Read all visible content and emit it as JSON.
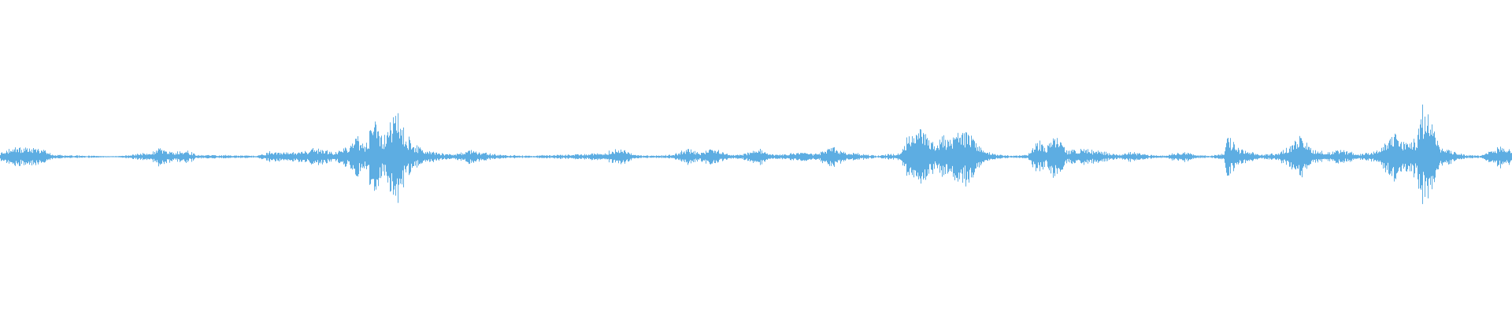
{
  "waveform": {
    "color": "#5DADE2",
    "background": "#ffffff",
    "peaks": [
      [
        0.0,
        0.04
      ],
      [
        0.01,
        0.1
      ],
      [
        0.018,
        0.08
      ],
      [
        0.025,
        0.09
      ],
      [
        0.035,
        0.02
      ],
      [
        0.055,
        0.01
      ],
      [
        0.065,
        0.01
      ],
      [
        0.075,
        0.0
      ],
      [
        0.085,
        0.02
      ],
      [
        0.1,
        0.04
      ],
      [
        0.105,
        0.09
      ],
      [
        0.115,
        0.04
      ],
      [
        0.123,
        0.07
      ],
      [
        0.13,
        0.02
      ],
      [
        0.17,
        0.01
      ],
      [
        0.178,
        0.05
      ],
      [
        0.19,
        0.04
      ],
      [
        0.2,
        0.05
      ],
      [
        0.21,
        0.09
      ],
      [
        0.22,
        0.04
      ],
      [
        0.23,
        0.1
      ],
      [
        0.236,
        0.22
      ],
      [
        0.242,
        0.12
      ],
      [
        0.247,
        0.4
      ],
      [
        0.252,
        0.18
      ],
      [
        0.256,
        0.25
      ],
      [
        0.262,
        0.48
      ],
      [
        0.266,
        0.3
      ],
      [
        0.272,
        0.14
      ],
      [
        0.28,
        0.06
      ],
      [
        0.29,
        0.04
      ],
      [
        0.3,
        0.02
      ],
      [
        0.31,
        0.07
      ],
      [
        0.32,
        0.04
      ],
      [
        0.33,
        0.02
      ],
      [
        0.35,
        0.01
      ],
      [
        0.37,
        0.02
      ],
      [
        0.39,
        0.03
      ],
      [
        0.4,
        0.04
      ],
      [
        0.41,
        0.09
      ],
      [
        0.42,
        0.02
      ],
      [
        0.43,
        0.01
      ],
      [
        0.445,
        0.02
      ],
      [
        0.455,
        0.08
      ],
      [
        0.463,
        0.04
      ],
      [
        0.47,
        0.09
      ],
      [
        0.48,
        0.03
      ],
      [
        0.49,
        0.02
      ],
      [
        0.503,
        0.08
      ],
      [
        0.51,
        0.02
      ],
      [
        0.52,
        0.03
      ],
      [
        0.53,
        0.04
      ],
      [
        0.54,
        0.03
      ],
      [
        0.55,
        0.1
      ],
      [
        0.56,
        0.04
      ],
      [
        0.57,
        0.03
      ],
      [
        0.58,
        0.01
      ],
      [
        0.595,
        0.04
      ],
      [
        0.6,
        0.18
      ],
      [
        0.606,
        0.22
      ],
      [
        0.612,
        0.3
      ],
      [
        0.618,
        0.14
      ],
      [
        0.626,
        0.2
      ],
      [
        0.634,
        0.25
      ],
      [
        0.639,
        0.28
      ],
      [
        0.646,
        0.16
      ],
      [
        0.652,
        0.05
      ],
      [
        0.66,
        0.02
      ],
      [
        0.67,
        0.01
      ],
      [
        0.68,
        0.02
      ],
      [
        0.686,
        0.16
      ],
      [
        0.692,
        0.1
      ],
      [
        0.699,
        0.25
      ],
      [
        0.706,
        0.06
      ],
      [
        0.714,
        0.08
      ],
      [
        0.72,
        0.07
      ],
      [
        0.73,
        0.05
      ],
      [
        0.74,
        0.02
      ],
      [
        0.748,
        0.05
      ],
      [
        0.76,
        0.02
      ],
      [
        0.77,
        0.01
      ],
      [
        0.782,
        0.06
      ],
      [
        0.79,
        0.02
      ],
      [
        0.8,
        0.01
      ],
      [
        0.81,
        0.03
      ],
      [
        0.812,
        0.22
      ],
      [
        0.818,
        0.1
      ],
      [
        0.825,
        0.05
      ],
      [
        0.835,
        0.02
      ],
      [
        0.846,
        0.04
      ],
      [
        0.854,
        0.12
      ],
      [
        0.86,
        0.2
      ],
      [
        0.868,
        0.08
      ],
      [
        0.873,
        0.06
      ],
      [
        0.88,
        0.04
      ],
      [
        0.885,
        0.07
      ],
      [
        0.892,
        0.05
      ],
      [
        0.9,
        0.03
      ],
      [
        0.908,
        0.05
      ],
      [
        0.914,
        0.08
      ],
      [
        0.918,
        0.18
      ],
      [
        0.923,
        0.26
      ],
      [
        0.927,
        0.14
      ],
      [
        0.933,
        0.16
      ],
      [
        0.937,
        0.2
      ],
      [
        0.94,
        0.42
      ],
      [
        0.944,
        0.52
      ],
      [
        0.948,
        0.3
      ],
      [
        0.953,
        0.12
      ],
      [
        0.958,
        0.08
      ],
      [
        0.962,
        0.05
      ],
      [
        0.97,
        0.02
      ],
      [
        0.98,
        0.01
      ],
      [
        0.988,
        0.08
      ],
      [
        0.993,
        0.12
      ],
      [
        0.997,
        0.1
      ],
      [
        1.0,
        0.06
      ]
    ]
  }
}
